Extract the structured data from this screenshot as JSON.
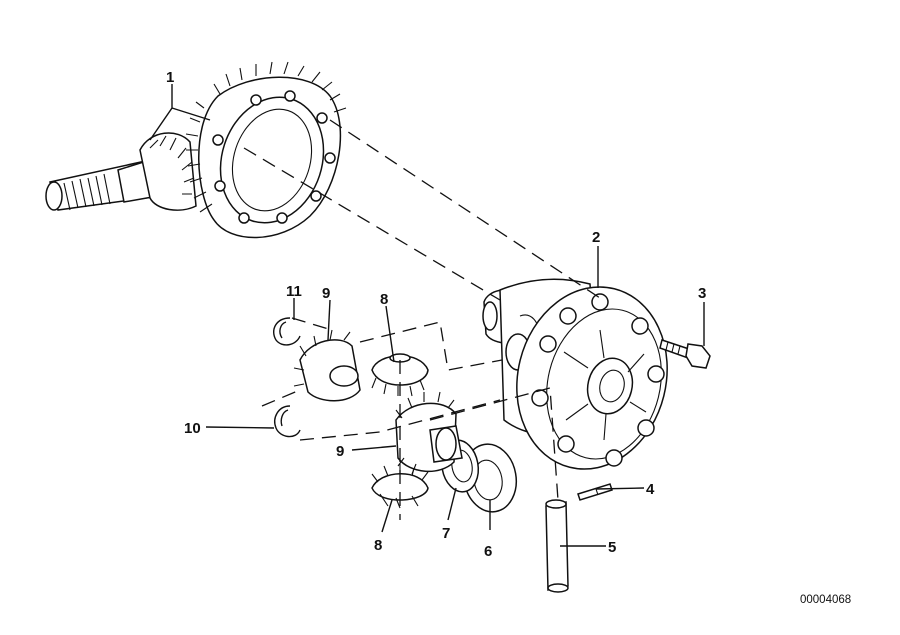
{
  "diagram": {
    "part_labels": [
      "1",
      "2",
      "3",
      "4",
      "5",
      "6",
      "7",
      "8",
      "8",
      "9",
      "9",
      "10",
      "11"
    ],
    "reference_number": "00004068"
  }
}
